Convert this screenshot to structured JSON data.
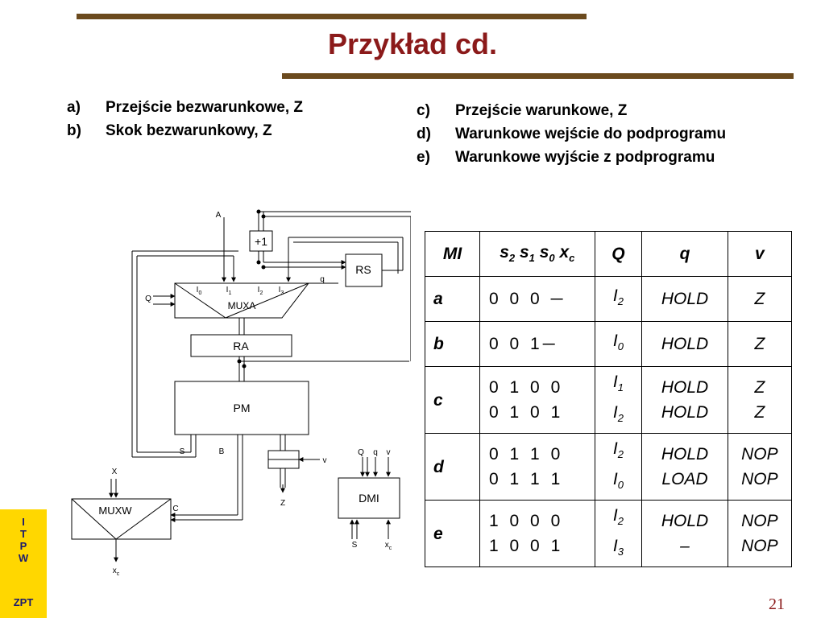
{
  "slide": {
    "title": "Przykład cd.",
    "page_number": "21"
  },
  "left_list": [
    {
      "label": "a)",
      "text": "Przejście bezwarunkowe, Z"
    },
    {
      "label": "b)",
      "text": "Skok bezwarunkowy, Z"
    }
  ],
  "right_list": [
    {
      "label": "c)",
      "text": "Przejście warunkowe, Z"
    },
    {
      "label": "d)",
      "text": "Warunkowe wejście do podprogramu"
    },
    {
      "label": "e)",
      "text": "Warunkowe wyjście z podprogramu"
    }
  ],
  "sidebar": {
    "letters": [
      "I",
      "T",
      "P",
      "W"
    ],
    "footer": "ZPT"
  },
  "diagram": {
    "plus_one": "+1",
    "rs": "RS",
    "muxa": "MUXA",
    "ra": "RA",
    "pm": "PM",
    "muxw": "MUXW",
    "dmi": "DMI",
    "label_a": "A",
    "label_q_big": "Q",
    "label_q_small": "q",
    "label_s": "S",
    "label_b": "B",
    "label_x": "X",
    "label_c": "C",
    "label_v": "v",
    "label_z": "Z",
    "dmi_q": "Q",
    "dmi_qs": "q",
    "dmi_v": "v",
    "dmi_s": "S",
    "dmi_xc": "x",
    "dmi_xc_sub": "c",
    "out_xc": "x",
    "out_xc_sub": "c",
    "input_i": [
      "I",
      "I",
      "I",
      "I"
    ],
    "input_sub": [
      "0",
      "1",
      "2",
      "3"
    ]
  },
  "table": {
    "header": {
      "mi": "MI",
      "s": [
        "s",
        "2",
        " s",
        "1",
        " s",
        "0",
        " x",
        "c"
      ],
      "Q": "Q",
      "q": "q",
      "v": "v"
    },
    "rows": [
      {
        "mi": "a",
        "s": [
          "0 0 0 ─"
        ],
        "Q": [
          [
            "I",
            "2"
          ]
        ],
        "q": [
          "HOLD"
        ],
        "v": [
          "Z"
        ]
      },
      {
        "mi": "b",
        "s": [
          "0 0 1─"
        ],
        "Q": [
          [
            "I",
            "0"
          ]
        ],
        "q": [
          "HOLD"
        ],
        "v": [
          "Z"
        ]
      },
      {
        "mi": "c",
        "s": [
          "0 1 0 0",
          "0 1 0 1"
        ],
        "Q": [
          [
            "I",
            "1"
          ],
          [
            "I",
            "2"
          ]
        ],
        "q": [
          "HOLD",
          "HOLD"
        ],
        "v": [
          "Z",
          "Z"
        ]
      },
      {
        "mi": "d",
        "s": [
          "0 1 1 0",
          "0 1 1 1"
        ],
        "Q": [
          [
            "I",
            "2"
          ],
          [
            "I",
            "0"
          ]
        ],
        "q": [
          "HOLD",
          "LOAD"
        ],
        "v": [
          "NOP",
          "NOP"
        ]
      },
      {
        "mi": "e",
        "s": [
          "1 0 0 0",
          "1 0 0 1"
        ],
        "Q": [
          [
            "I",
            "2"
          ],
          [
            "I",
            "3"
          ]
        ],
        "q": [
          "HOLD",
          "–"
        ],
        "v": [
          "NOP",
          "NOP"
        ]
      }
    ]
  }
}
